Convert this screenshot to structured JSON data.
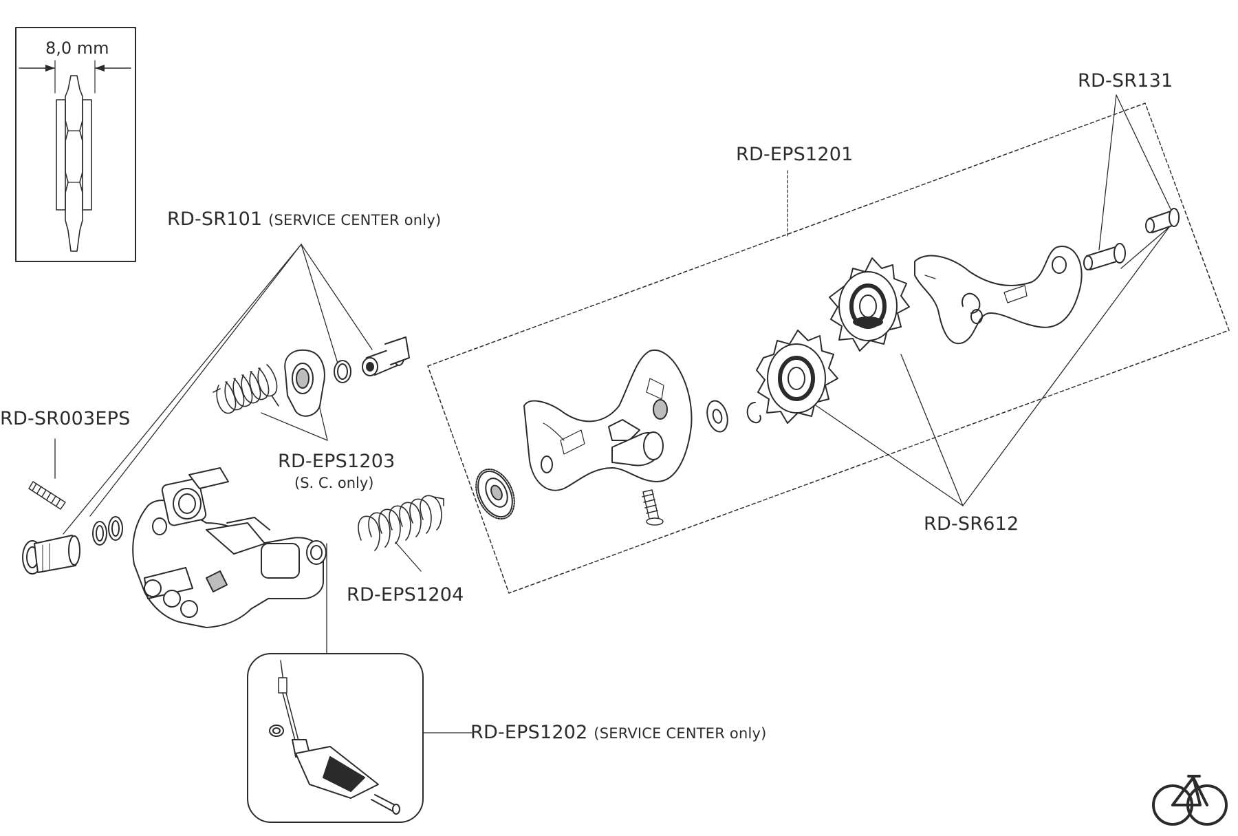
{
  "dimension": {
    "value": "8,0 mm"
  },
  "parts": {
    "sr101": {
      "code": "RD-SR101",
      "note": "(SERVICE CENTER only)"
    },
    "sr003": {
      "code": "RD-SR003EPS"
    },
    "eps1203": {
      "code": "RD-EPS1203",
      "note": "(S. C. only)"
    },
    "eps1204": {
      "code": "RD-EPS1204"
    },
    "eps1201": {
      "code": "RD-EPS1201"
    },
    "sr131": {
      "code": "RD-SR131"
    },
    "sr612": {
      "code": "RD-SR612"
    },
    "eps1202": {
      "code": "RD-EPS1202",
      "note": "(SERVICE CENTER only)"
    }
  },
  "logo": {
    "icon": "bicycle-icon"
  },
  "colors": {
    "line": "#2b2b2b",
    "fill": "#ffffff",
    "shade": "#bdbdbd"
  }
}
